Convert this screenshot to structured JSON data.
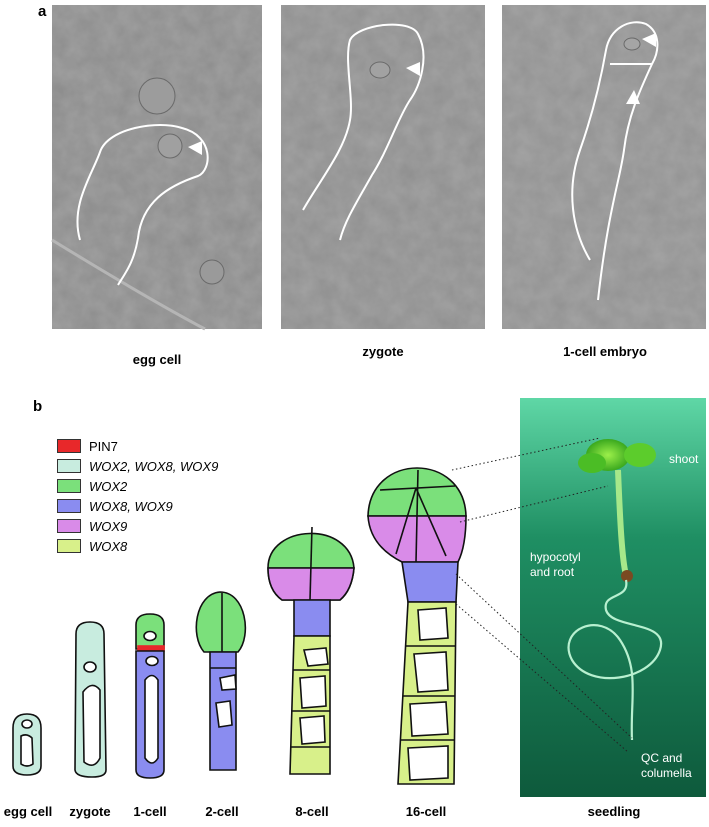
{
  "panel_a": {
    "letter": "a",
    "captions": [
      "egg cell",
      "zygote",
      "1-cell embryo"
    ]
  },
  "panel_b": {
    "letter": "b",
    "legend": [
      {
        "label": "PIN7",
        "italic": false,
        "color": "#e8282a"
      },
      {
        "label": "WOX2, WOX8, WOX9",
        "italic": true,
        "color": "#c8ecdf"
      },
      {
        "label": "WOX2",
        "italic": true,
        "color": "#7be07b"
      },
      {
        "label": "WOX8, WOX9",
        "italic": true,
        "color": "#8a8cf0"
      },
      {
        "label": "WOX9",
        "italic": true,
        "color": "#d98be8"
      },
      {
        "label": "WOX8",
        "italic": true,
        "color": "#d8f08a"
      }
    ],
    "stages": [
      "egg cell",
      "zygote",
      "1-cell",
      "2-cell",
      "8-cell",
      "16-cell",
      "seedling"
    ],
    "seedling_labels": {
      "shoot": "shoot",
      "hypocotyl": "hypocotyl\nand root",
      "qc": "QC and\ncolumella"
    }
  }
}
